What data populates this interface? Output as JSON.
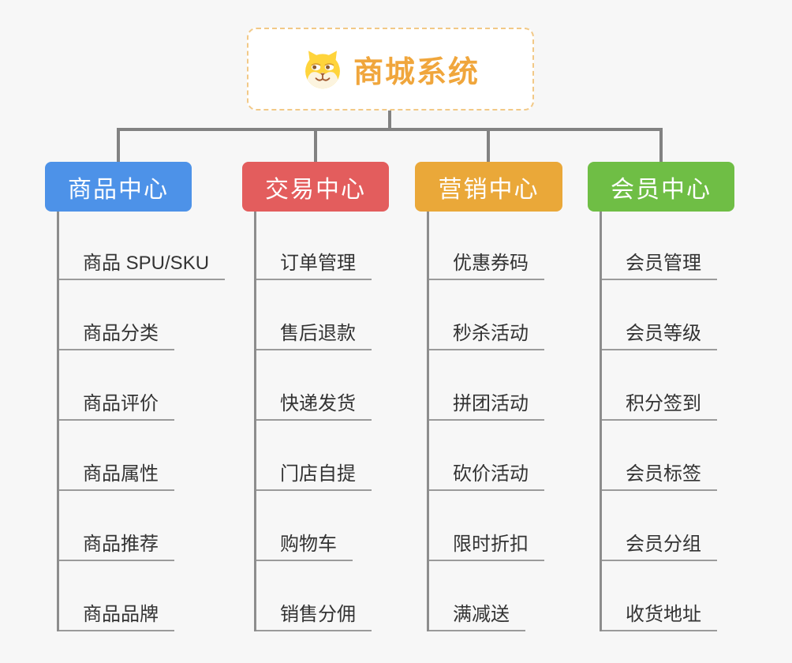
{
  "page": {
    "background": "#F7F7F7",
    "connector_color": "#828282"
  },
  "root": {
    "title": "商城系统",
    "icon": "dog-face-icon",
    "text_color": "#F0A63C",
    "border_color": "#F2C987"
  },
  "branches": [
    {
      "label": "商品中心",
      "color": "#4D92E8",
      "items": [
        "商品 SPU/SKU",
        "商品分类",
        "商品评价",
        "商品属性",
        "商品推荐",
        "商品品牌"
      ]
    },
    {
      "label": "交易中心",
      "color": "#E35D5D",
      "items": [
        "订单管理",
        "售后退款",
        "快递发货",
        "门店自提",
        "购物车",
        "销售分佣"
      ]
    },
    {
      "label": "营销中心",
      "color": "#EAA839",
      "items": [
        "优惠券码",
        "秒杀活动",
        "拼团活动",
        "砍价活动",
        "限时折扣",
        "满减送"
      ]
    },
    {
      "label": "会员中心",
      "color": "#6FBE45",
      "items": [
        "会员管理",
        "会员等级",
        "积分签到",
        "会员标签",
        "会员分组",
        "收货地址"
      ]
    }
  ]
}
